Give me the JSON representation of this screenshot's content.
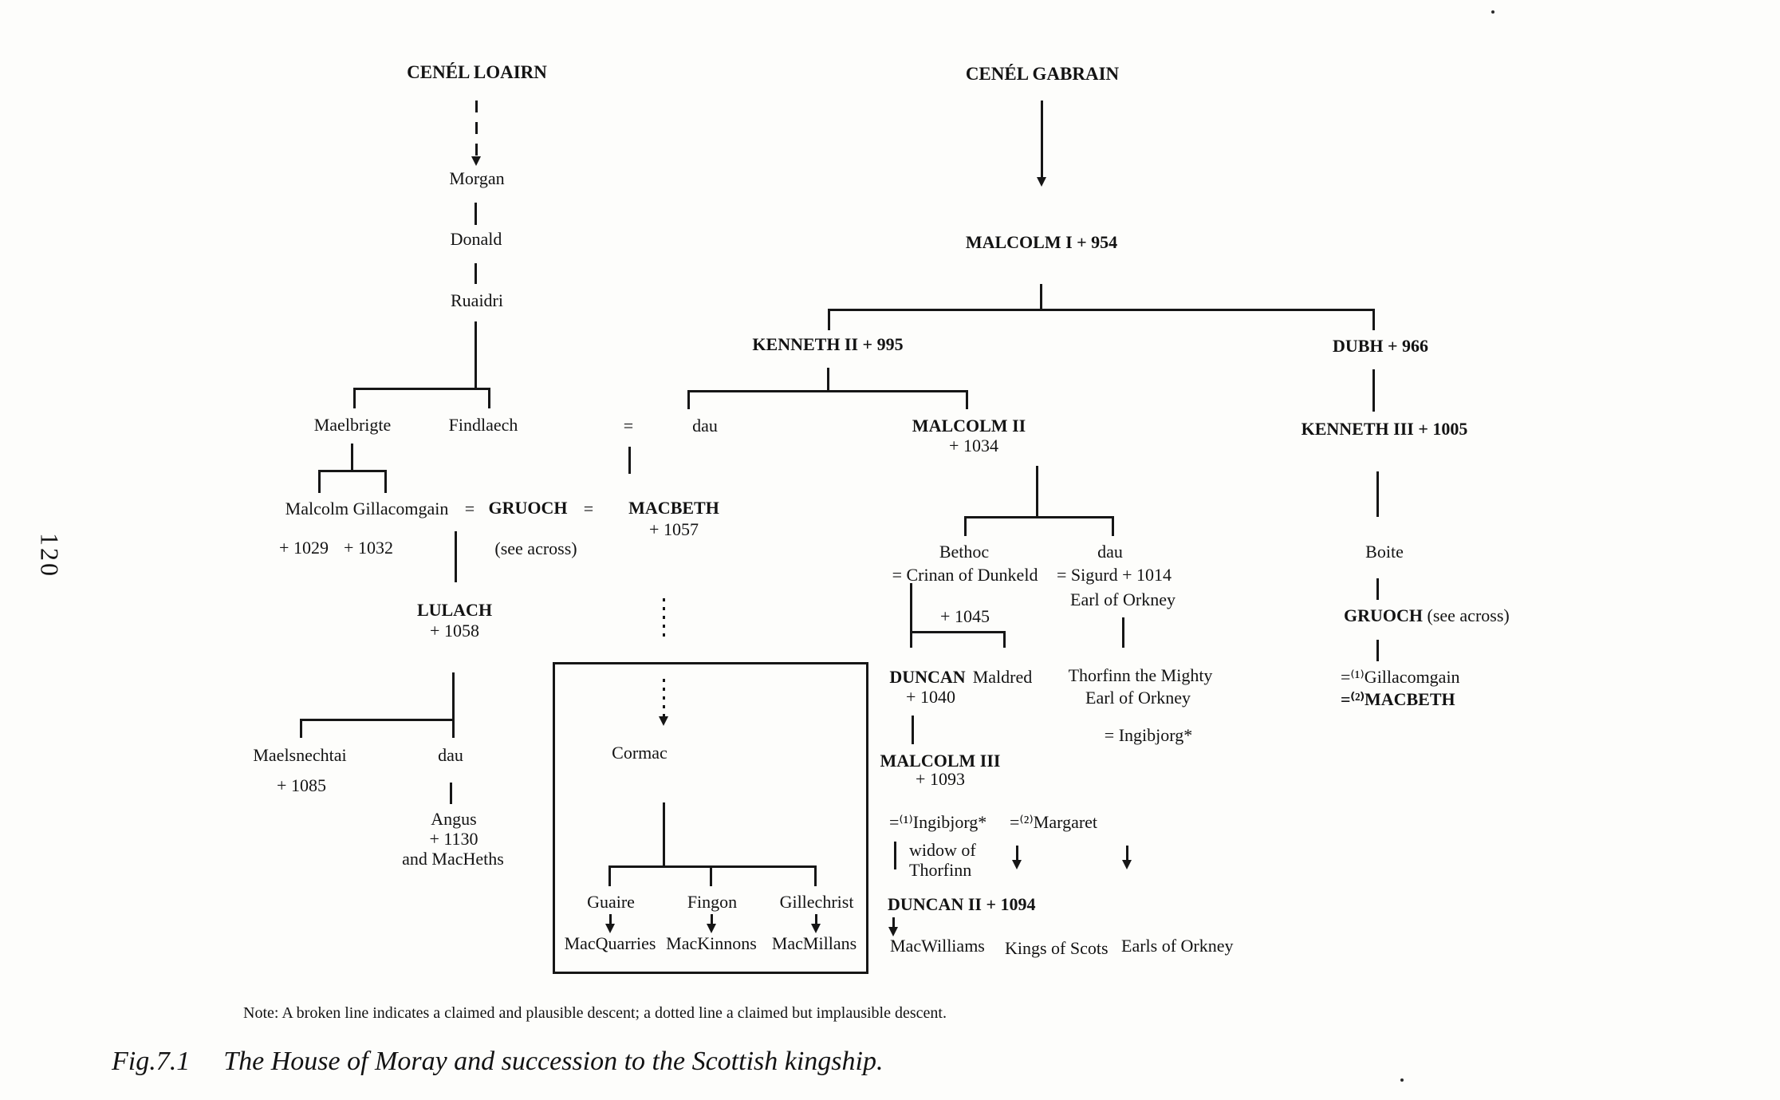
{
  "figure": {
    "page_number": "120",
    "note": "Note: A broken line indicates a claimed and plausible descent; a dotted line a claimed but implausible descent.",
    "caption_fig": "Fig.7.1",
    "caption_text": "The House of Moray and succession to the Scottish kingship."
  },
  "loairn": {
    "header": "CENÉL LOAIRN",
    "morgan": "Morgan",
    "donald": "Donald",
    "ruaidri": "Ruaidri",
    "maelbrigte": "Maelbrigte",
    "findlaech": "Findlaech",
    "eq": "=",
    "malcolm_gillacomgain": "Malcolm Gillacomgain",
    "malcolm_death": "+ 1029",
    "gillacomgain_death": "+ 1032",
    "gruoch": "GRUOCH",
    "gruoch_note": "(see across)",
    "macbeth": "MACBETH",
    "macbeth_death": "+ 1057",
    "lulach": "LULACH",
    "lulach_death": "+ 1058",
    "maelsnechtai": "Maelsnechtai",
    "maelsnechtai_death": "+ 1085",
    "dau": "dau",
    "angus": "Angus",
    "angus_death": "+ 1130",
    "angus_note": "and MacHeths"
  },
  "box": {
    "cormac": "Cormac",
    "guaire": "Guaire",
    "fingon": "Fingon",
    "gillechrist": "Gillechrist",
    "macquarries": "MacQuarries",
    "mackinnons": "MacKinnons",
    "macmillans": "MacMillans"
  },
  "gabrain": {
    "header": "CENÉL GABRAIN",
    "malcolm_i": "MALCOLM I + 954",
    "kenneth_ii": "KENNETH II + 995",
    "dubh": "DUBH + 966",
    "dau": "dau",
    "malcolm_ii": "MALCOLM II",
    "malcolm_ii_death": "+ 1034",
    "kenneth_iii": "KENNETH III + 1005",
    "bethoc": "Bethoc",
    "bethoc_marriage": "= Crinan of Dunkeld",
    "crinan_death": "+ 1045",
    "dau2": "dau",
    "dau2_marriage": "= Sigurd + 1014",
    "dau2_marriage2": "Earl of Orkney",
    "duncan_i": "DUNCAN",
    "duncan_i_death": "+ 1040",
    "maldred": "Maldred",
    "thorfinn": "Thorfinn the Mighty",
    "thorfinn_title": "Earl of Orkney",
    "thorfinn_marriage": "= Ingibjorg*",
    "malcolm_iii": "MALCOLM III",
    "malcolm_iii_death": "+ 1093",
    "marriage1": "=⁽¹⁾Ingibjorg*",
    "marriage2": "=⁽²⁾Margaret",
    "widow1": "widow of",
    "widow2": "Thorfinn",
    "duncan_ii": "DUNCAN II + 1094",
    "macwilliams": "MacWilliams",
    "kings_of_scots": "Kings of Scots",
    "earls_of_orkney": "Earls of Orkney",
    "boite": "Boite",
    "gruoch": "GRUOCH",
    "gruoch_note": " (see across)",
    "gruoch_m1": "=⁽¹⁾Gillacomgain",
    "gruoch_m2": "=⁽²⁾MACBETH"
  }
}
